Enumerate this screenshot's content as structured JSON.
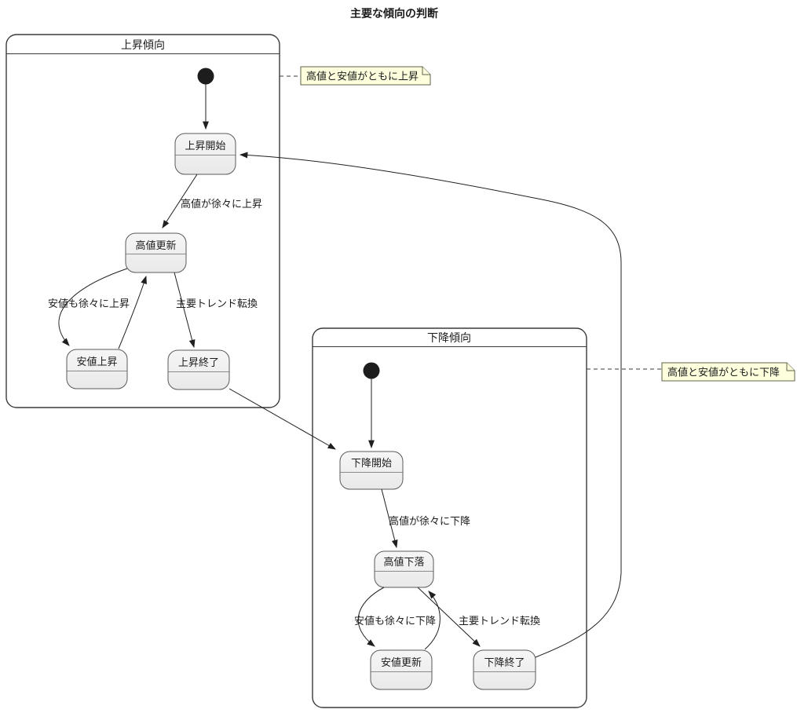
{
  "title": "主要な傾向の判断",
  "uptrend": {
    "title": "上昇傾向",
    "note": "高値と安値がともに上昇",
    "states": {
      "start": "上昇開始",
      "high_update": "高値更新",
      "low_rise": "安値上昇",
      "end": "上昇終了"
    },
    "transitions": {
      "start_to_high_update": "高値が徐々に上昇",
      "high_update_to_low_rise": "安値も徐々に上昇",
      "high_update_to_end": "主要トレンド転換"
    }
  },
  "downtrend": {
    "title": "下降傾向",
    "note": "高値と安値がともに下降",
    "states": {
      "start": "下降開始",
      "high_fall": "高値下落",
      "low_update": "安値更新",
      "end": "下降終了"
    },
    "transitions": {
      "start_to_high_fall": "高値が徐々に下降",
      "high_fall_to_low_update": "安値も徐々に下降",
      "high_fall_to_end": "主要トレンド転換"
    }
  },
  "colors": {
    "state_fill": "#f1f1f1",
    "note_fill": "#feffdd",
    "line": "#1f1f1f"
  }
}
